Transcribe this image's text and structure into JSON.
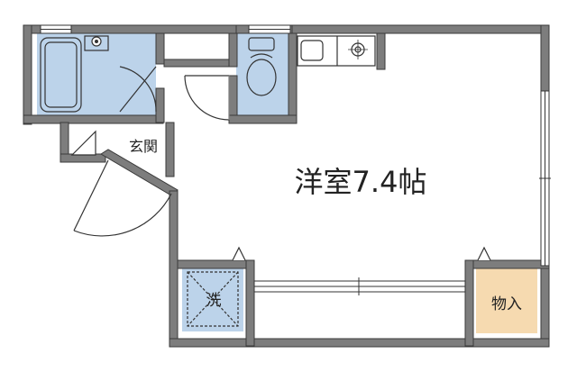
{
  "rooms": {
    "western_room": "洋室7.4帖",
    "entrance": "玄関",
    "washer": "洗",
    "storage": "物入"
  },
  "colors": {
    "wall": "#7d7d7d",
    "wall_outline": "#3a3a3a",
    "wet_area": "#bcd3ea",
    "storage_fill": "#f6dab0",
    "line": "#333333"
  },
  "icons": [
    "bathtub-icon",
    "sink-icon",
    "toilet-icon",
    "kitchen-sink-icon",
    "stove-burner-icon",
    "washer-drain-icon"
  ]
}
